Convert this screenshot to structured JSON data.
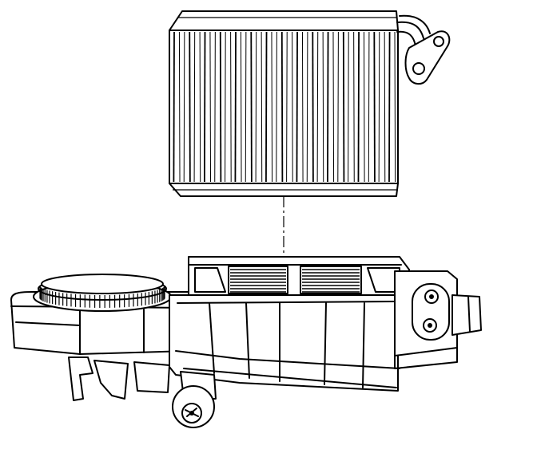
{
  "diagram": {
    "parts": [
      {
        "name": "evaporator-core"
      },
      {
        "name": "evaporator-inlet-outlet-tubes"
      },
      {
        "name": "tube-mounting-flange"
      },
      {
        "name": "alignment-guide-line"
      },
      {
        "name": "hvac-module-case"
      },
      {
        "name": "blower-motor-opening"
      },
      {
        "name": "evaporator-opening"
      },
      {
        "name": "pipe-block-connector"
      },
      {
        "name": "drain-fitting"
      }
    ],
    "fin_count": 44,
    "grille_slats": 8,
    "blower_ring_teeth": 40
  }
}
